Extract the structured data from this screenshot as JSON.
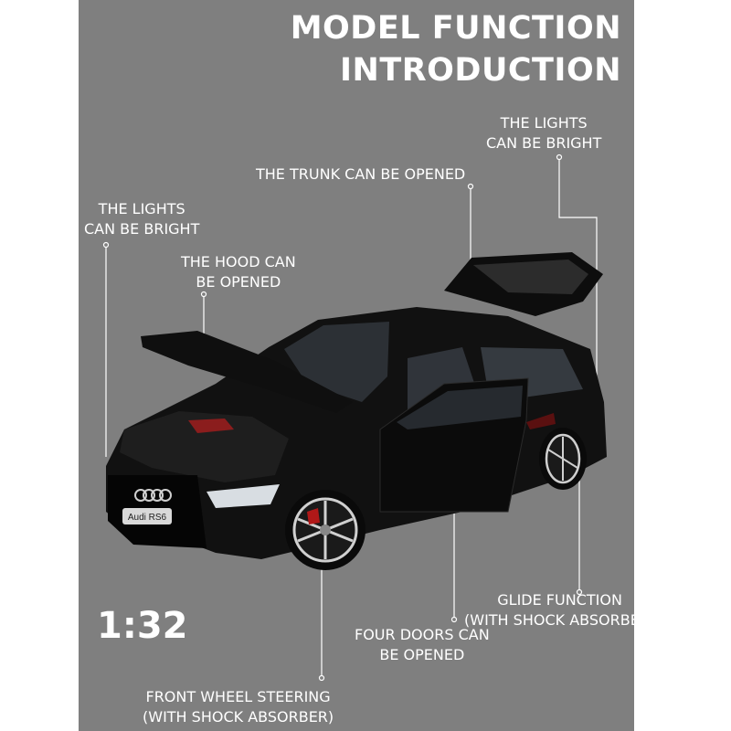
{
  "title": {
    "line1": "MODEL FUNCTION",
    "line2": "INTRODUCTION"
  },
  "scale": "1:32",
  "badge": "Audi RS6",
  "callouts": {
    "lights_rear": [
      "THE LIGHTS",
      "CAN BE BRIGHT"
    ],
    "trunk": [
      "THE TRUNK CAN BE OPENED"
    ],
    "lights_front": [
      "THE LIGHTS",
      "CAN BE BRIGHT"
    ],
    "hood": [
      "THE HOOD CAN",
      "BE OPENED"
    ],
    "glide": [
      "GLIDE FUNCTION",
      "(WITH SHOCK ABSORBER)"
    ],
    "doors": [
      "FOUR DOORS CAN",
      "BE OPENED"
    ],
    "steering": [
      "FRONT WHEEL STEERING",
      "(WITH SHOCK ABSORBER)"
    ]
  },
  "colors": {
    "background": "#7f7f7f",
    "car_body": "#111111",
    "text": "#ffffff"
  }
}
